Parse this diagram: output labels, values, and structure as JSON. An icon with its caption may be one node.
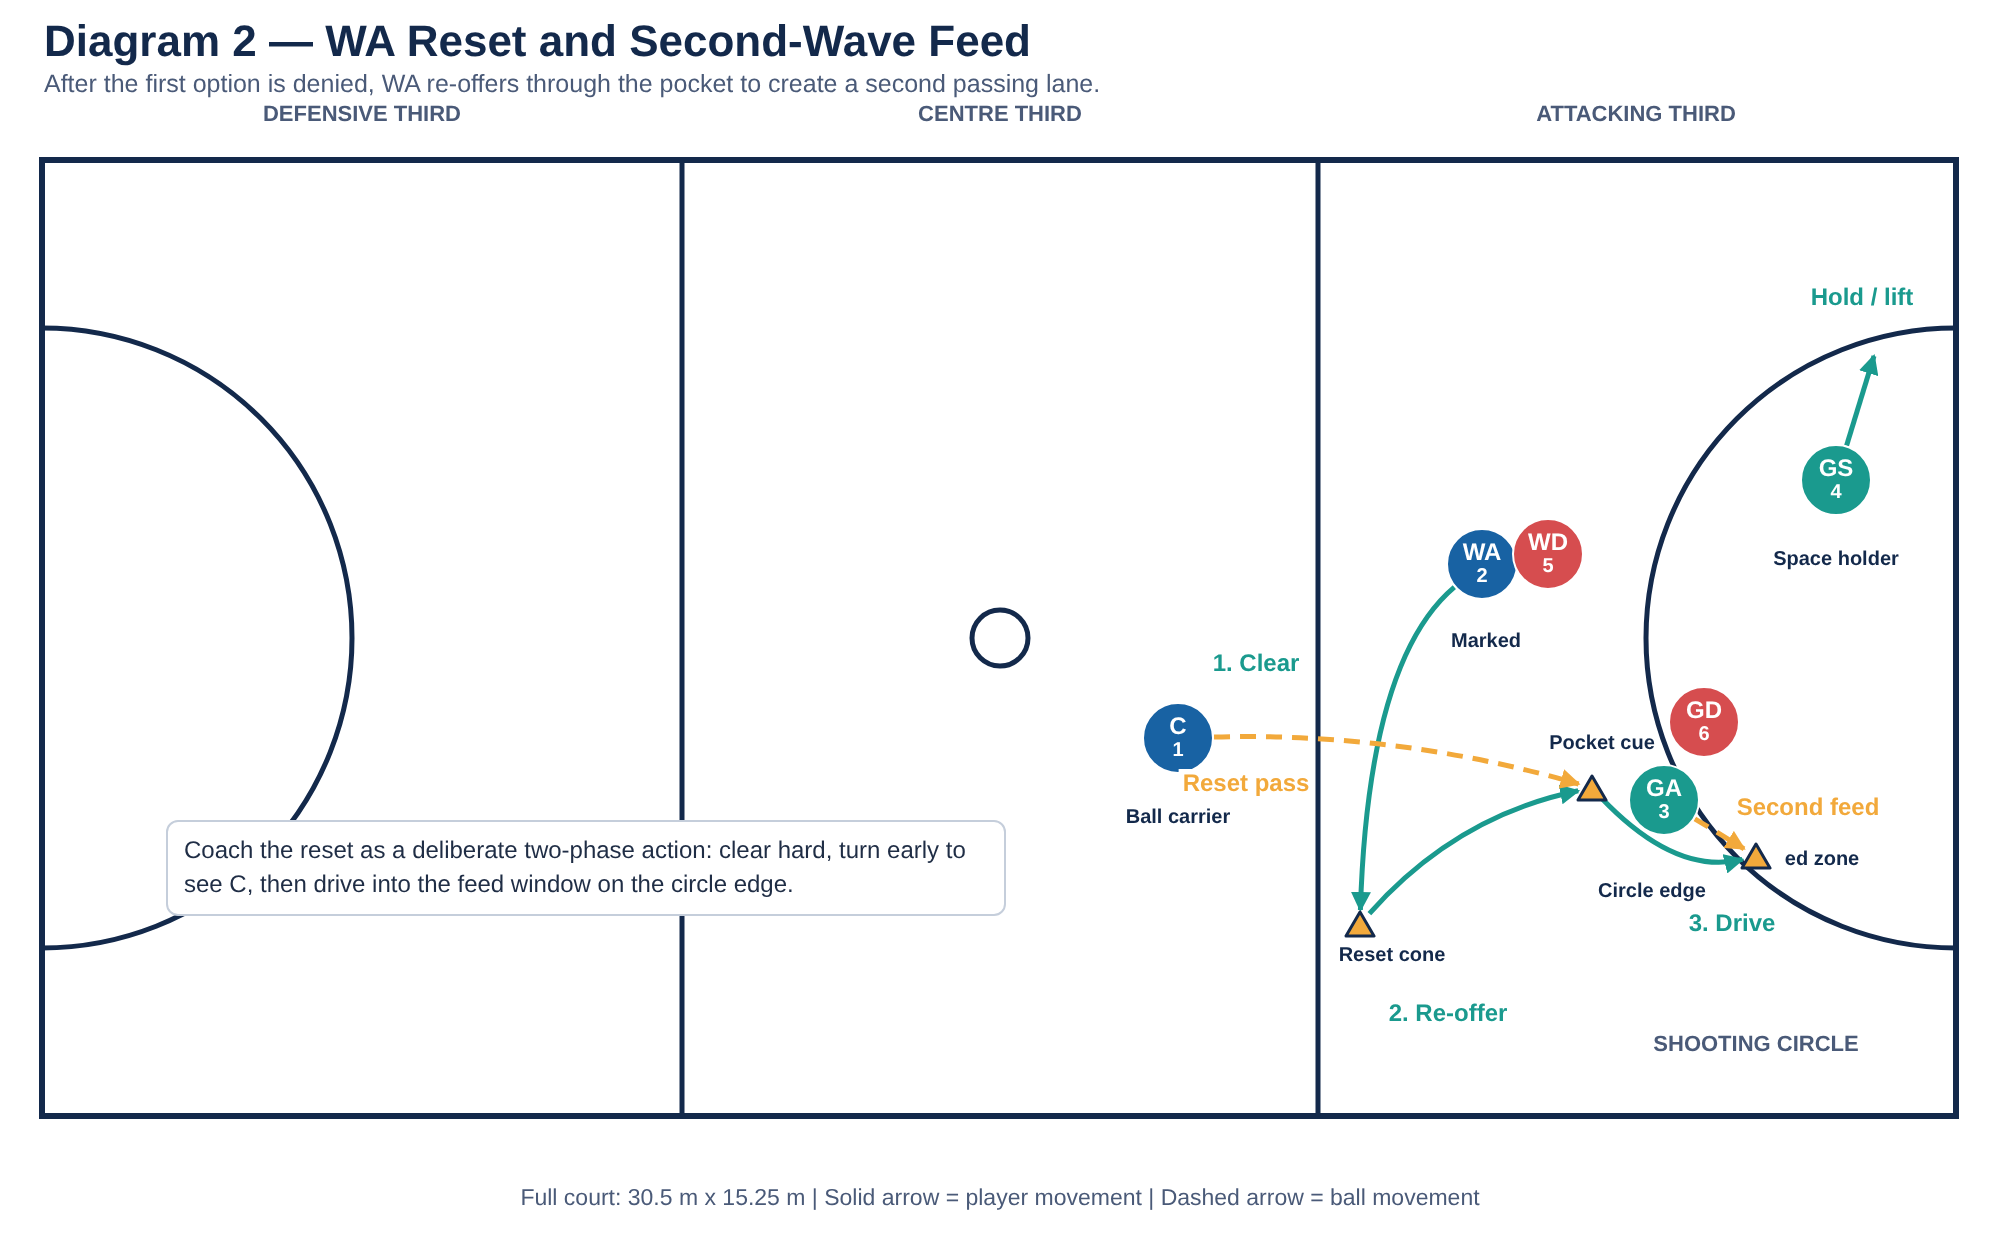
{
  "diagram": {
    "title": "Diagram 2 — WA Reset and Second-Wave Feed",
    "caption": "Full court: 30.5 m x 15.25 m | Solid arrow = player movement | Dashed arrow = ball movement",
    "nodes": [
      {
        "text": [
          "C",
          "1"
        ],
        "beside": [
          "Ball carrier"
        ]
      },
      {
        "text": [
          "WA",
          "2"
        ],
        "beside": [
          "Marked"
        ]
      },
      {
        "text": [
          "GA",
          "3"
        ],
        "beside": [
          "Circle edge"
        ]
      },
      {
        "text": [
          "GS",
          "4"
        ],
        "beside": [
          "Space holder"
        ]
      },
      {
        "text": [
          "WD",
          "5"
        ]
      },
      {
        "text": [
          "GD",
          "6"
        ]
      },
      {
        "text": [],
        "shape": "triangle",
        "beside": [
          "Reset cone"
        ]
      },
      {
        "text": [],
        "shape": "triangle",
        "beside": [
          "Pocket cue"
        ]
      },
      {
        "text": [],
        "shape": "triangle",
        "beside": [
          "ed zone"
        ]
      },
      {
        "text": [
          "Coach the reset as a deliberate two-phase action: clear hard, turn early to see C, then drive into the feed window on the circle edge."
        ]
      }
    ],
    "edges": [
      {
        "from": 1,
        "to": 6,
        "arrow": "to",
        "label": "1. Clear"
      },
      {
        "from": 6,
        "to": 7,
        "arrow": "to",
        "label": "2. Re-offer"
      },
      {
        "from": 7,
        "to": 8,
        "arrow": "to",
        "label": "3. Drive"
      },
      {
        "from": 0,
        "to": 7,
        "arrow": "to",
        "label": "Reset pass",
        "style": "dashed",
        "color": "#f2a93b"
      },
      {
        "from": 2,
        "to": 8,
        "arrow": "to",
        "label": "Second feed",
        "style": "dashed",
        "color": "#f2a93b"
      },
      {
        "from": 3,
        "to": null,
        "arrow": "to",
        "label": "Hold / lift"
      }
    ],
    "labels": [
      "After the first option is denied, WA re-offers through the pocket to create a second passing lane.",
      "DEFENSIVE THIRD",
      "CENTRE THIRD",
      "ATTACKING THIRD",
      "SHOOTING CIRCLE"
    ]
  }
}
